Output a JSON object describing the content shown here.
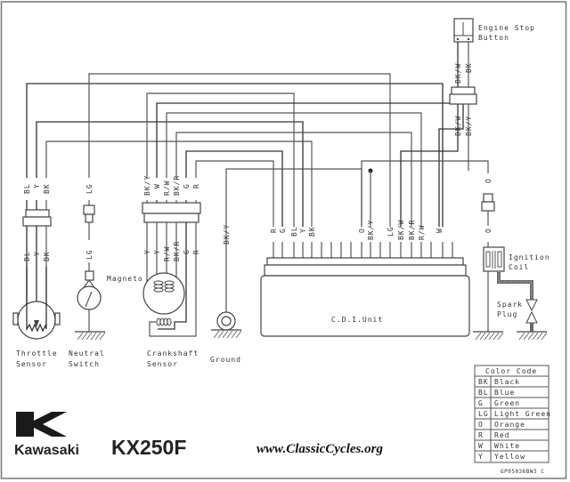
{
  "title": {
    "brand": "Kawasaki",
    "model": "KX250F",
    "website": "www.ClassicCycles.org",
    "figure_code": "GP05036BW3 C"
  },
  "components": {
    "engine_stop_button": [
      "Engine Stop",
      "Button"
    ],
    "throttle_sensor": [
      "Throttle",
      "Sensor"
    ],
    "neutral_switch": [
      "Neutral",
      "Switch"
    ],
    "crankshaft_sensor": [
      "Crankshaft",
      "Sensor"
    ],
    "magneto": "Magneto",
    "ground": "Ground",
    "cdi_unit": "C.D.I.Unit",
    "ignition_coil": [
      "Ignition",
      "Coil"
    ],
    "spark_plug": [
      "Spark",
      "Plug"
    ]
  },
  "wire_labels": {
    "engine_stop_upper": [
      "BK/W",
      "BK"
    ],
    "engine_stop_lower": [
      "BK/W",
      "BK/Y"
    ],
    "throttle_upper": [
      "BL",
      "Y",
      "BK"
    ],
    "throttle_lower": [
      "BL",
      "Y",
      "BK"
    ],
    "neutral_upper": [
      "LG"
    ],
    "neutral_lower": [
      "LG"
    ],
    "magneto_upper": [
      "BK/Y",
      "W",
      "R/W",
      "BK/R",
      "G",
      "R"
    ],
    "magneto_lower": [
      "Y",
      "Y",
      "R/W",
      "BK/R",
      "G",
      "R"
    ],
    "ground": [
      "BK/Y"
    ],
    "cdi_left": [
      "R",
      "G",
      "BL",
      "Y",
      "BK"
    ],
    "cdi_mid": [
      "O",
      "BK/Y"
    ],
    "cdi_right": [
      "LG",
      "BK/W",
      "BK/R",
      "R/W"
    ],
    "cdi_far_right": [
      "W"
    ],
    "ignition_upper": [
      "O"
    ],
    "ignition_lower": [
      "O"
    ]
  },
  "color_code": {
    "title": "Color Code",
    "rows": [
      {
        "code": "BK",
        "color": "Black"
      },
      {
        "code": "BL",
        "color": "Blue"
      },
      {
        "code": "G",
        "color": "Green"
      },
      {
        "code": "LG",
        "color": "Light Green"
      },
      {
        "code": "O",
        "color": "Orange"
      },
      {
        "code": "R",
        "color": "Red"
      },
      {
        "code": "W",
        "color": "White"
      },
      {
        "code": "Y",
        "color": "Yellow"
      }
    ]
  }
}
